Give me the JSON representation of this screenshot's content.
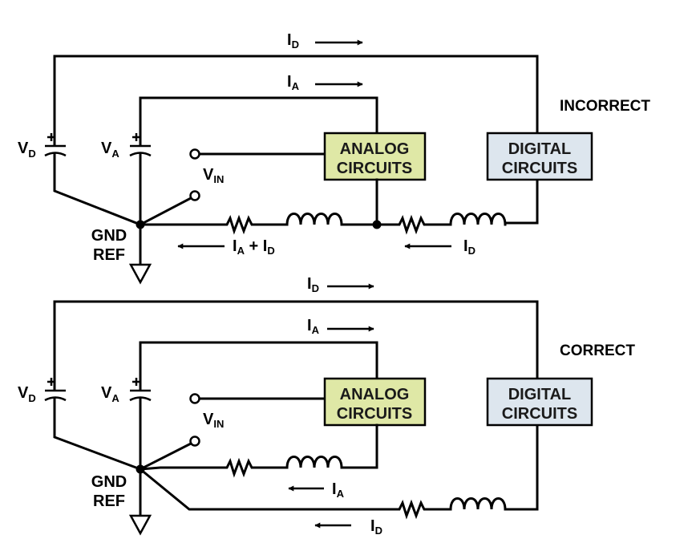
{
  "colors": {
    "analog_box": "#dfe8a6",
    "digital_box": "#dde6ee",
    "wire": "#000000"
  },
  "top": {
    "label": "INCORRECT",
    "i_d": {
      "main": "I",
      "sub": "D"
    },
    "i_a": {
      "main": "I",
      "sub": "A"
    },
    "vd": {
      "main": "V",
      "sub": "D"
    },
    "va": {
      "main": "V",
      "sub": "A"
    },
    "vin": {
      "main": "V",
      "sub": "IN"
    },
    "analog": [
      "ANALOG",
      "CIRCUITS"
    ],
    "digital": [
      "DIGITAL",
      "CIRCUITS"
    ],
    "gnd": [
      "GND",
      "REF"
    ],
    "return_sum": {
      "a": "I",
      "a_sub": "A",
      "plus": " + ",
      "d": "I",
      "d_sub": "D"
    },
    "return_d": {
      "main": "I",
      "sub": "D"
    }
  },
  "bottom": {
    "label": "CORRECT",
    "i_d": {
      "main": "I",
      "sub": "D"
    },
    "i_a": {
      "main": "I",
      "sub": "A"
    },
    "vd": {
      "main": "V",
      "sub": "D"
    },
    "va": {
      "main": "V",
      "sub": "A"
    },
    "vin": {
      "main": "V",
      "sub": "IN"
    },
    "analog": [
      "ANALOG",
      "CIRCUITS"
    ],
    "digital": [
      "DIGITAL",
      "CIRCUITS"
    ],
    "gnd": [
      "GND",
      "REF"
    ],
    "return_a": {
      "main": "I",
      "sub": "A"
    },
    "return_d": {
      "main": "I",
      "sub": "D"
    }
  }
}
